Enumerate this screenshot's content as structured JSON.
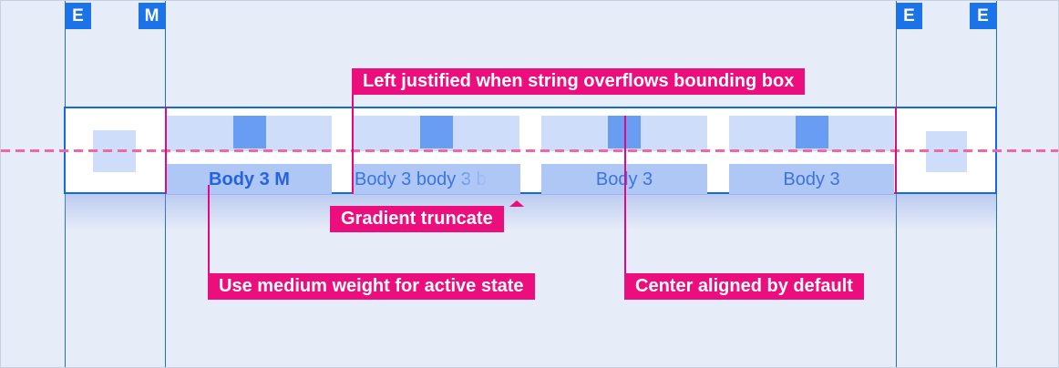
{
  "colors": {
    "accent_blue": "#1A73E8",
    "guide_blue": "#1E6EDC",
    "annotation_pink": "#EB0E7C",
    "connector_pink": "#E5077E",
    "dashed_baseline_pink": "#F266A8",
    "tab_top_blue": "#CEDDF9",
    "tab_band_blue": "#AFC7F5",
    "icon_placeholder_blue": "#699CF3",
    "tab_text_blue": "#3B74E5",
    "background": "#E7ECF9"
  },
  "margin_badges": [
    {
      "label": "E"
    },
    {
      "label": "M"
    },
    {
      "label": "E"
    },
    {
      "label": "E"
    }
  ],
  "tabbar": {
    "tabs": [
      {
        "label": "Body 3 M",
        "state": "active",
        "alignment": "center"
      },
      {
        "label": "Body 3 body 3 b",
        "label_solid": "Body 3 body",
        "label_faded": " 3 b",
        "state": "default",
        "alignment": "left",
        "truncation": "gradient"
      },
      {
        "label": "Body 3",
        "state": "default",
        "alignment": "center"
      },
      {
        "label": "Body 3",
        "state": "default",
        "alignment": "center"
      }
    ]
  },
  "annotations": {
    "left_justified": "Left justified when string overflows bounding box",
    "gradient_truncate": "Gradient truncate",
    "medium_weight": "Use medium weight for active state",
    "center_aligned": "Center aligned by default"
  }
}
